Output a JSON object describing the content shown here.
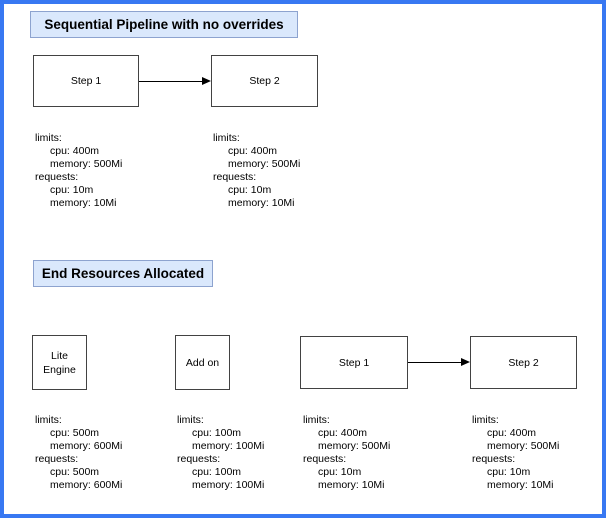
{
  "colors": {
    "canvas_border": "#3878f2",
    "title_fill": "#dae8fc",
    "title_border": "#8da3cf",
    "node_border": "#424242",
    "arrow": "#000000"
  },
  "sections": [
    {
      "title": "Sequential Pipeline with no overrides",
      "nodes": [
        {
          "label": "Step 1"
        },
        {
          "label": "Step 2"
        }
      ],
      "resources": [
        {
          "lines": [
            "limits:",
            "cpu: 400m",
            "memory: 500Mi",
            "requests:",
            "cpu: 10m",
            "memory: 10Mi"
          ]
        },
        {
          "lines": [
            "limits:",
            "cpu: 400m",
            "memory: 500Mi",
            "requests:",
            "cpu: 10m",
            "memory: 10Mi"
          ]
        }
      ]
    },
    {
      "title": "End Resources Allocated",
      "nodes": [
        {
          "label": "Lite Engine"
        },
        {
          "label": "Add on"
        },
        {
          "label": "Step 1"
        },
        {
          "label": "Step 2"
        }
      ],
      "resources": [
        {
          "lines": [
            "limits:",
            "cpu: 500m",
            "memory: 600Mi",
            "requests:",
            "cpu: 500m",
            "memory: 600Mi"
          ]
        },
        {
          "lines": [
            "limits:",
            "cpu: 100m",
            "memory: 100Mi",
            "requests:",
            "cpu: 100m",
            "memory: 100Mi"
          ]
        },
        {
          "lines": [
            "limits:",
            "cpu: 400m",
            "memory: 500Mi",
            "requests:",
            "cpu: 10m",
            "memory: 10Mi"
          ]
        },
        {
          "lines": [
            "limits:",
            "cpu: 400m",
            "memory: 500Mi",
            "requests:",
            "cpu: 10m",
            "memory: 10Mi"
          ]
        }
      ]
    }
  ]
}
